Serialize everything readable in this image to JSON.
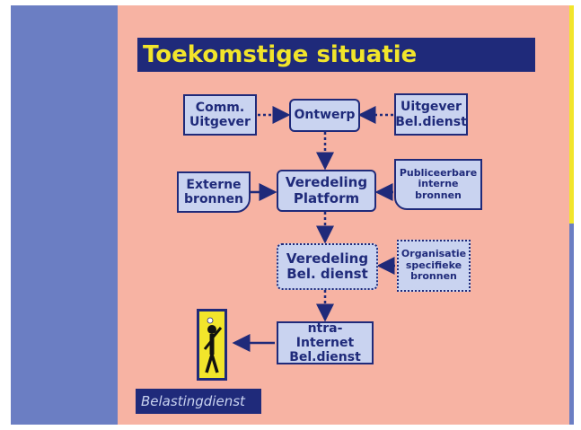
{
  "title": "Toekomstige situatie",
  "nodes": {
    "comm_uitgever": "Comm.\nUitgever",
    "ontwerp": "Ontwerp",
    "uitgever_bel": "Uitgever\nBel.dienst",
    "externe_bronnen": "Externe\nbronnen",
    "veredeling_platform": "Veredeling\nPlatform",
    "publiceerbare": "Publiceerbare\ninterne\nbronnen",
    "veredeling_bel": "Veredeling\nBel. dienst",
    "organisatie": "Organisatie\nspecifieke\nbronnen",
    "intra_internet": "ntra- Internet\nBel.dienst"
  },
  "footer": "Belastingdienst",
  "colors": {
    "background": "#f7b3a3",
    "band": "#6b7ec3",
    "title_bar": "#1f2a7a",
    "title_text": "#f2e52b",
    "box_fill": "#c9d3f0",
    "accent_yellow": "#f2e52b"
  },
  "icons": [
    "person-figure-icon"
  ]
}
